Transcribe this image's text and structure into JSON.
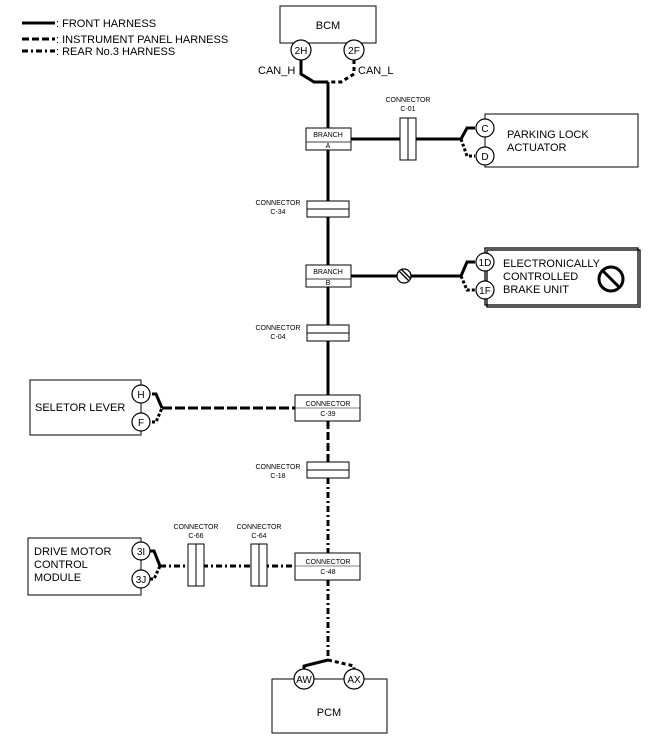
{
  "legend": {
    "front": ": FRONT HARNESS",
    "instrument": ": INSTRUMENT PANEL HARNESS",
    "rear": ": REAR No.3 HARNESS"
  },
  "bcm": {
    "name": "BCM",
    "pin_h": "2H",
    "pin_l": "2F",
    "can_h": "CAN_H",
    "can_l": "CAN_L"
  },
  "branch_a": {
    "l1": "BRANCH",
    "l2": "A"
  },
  "branch_b": {
    "l1": "BRANCH",
    "l2": "B"
  },
  "c01": {
    "l1": "CONNECTOR",
    "l2": "C-01"
  },
  "c34": {
    "l1": "CONNECTOR",
    "l2": "C-34"
  },
  "c04": {
    "l1": "CONNECTOR",
    "l2": "C-04"
  },
  "c39": {
    "l1": "CONNECTOR",
    "l2": "C-39"
  },
  "c18": {
    "l1": "CONNECTOR",
    "l2": "C-18"
  },
  "c48": {
    "l1": "CONNECTOR",
    "l2": "C-48"
  },
  "c66": {
    "l1": "CONNECTOR",
    "l2": "C-66"
  },
  "c64": {
    "l1": "CONNECTOR",
    "l2": "C-64"
  },
  "parking": {
    "l1": "PARKING LOCK",
    "l2": "ACTUATOR",
    "pin_c": "C",
    "pin_d": "D"
  },
  "ebcu": {
    "l1": "ELECTRONICALLY",
    "l2": "CONTROLLED",
    "l3": "BRAKE UNIT",
    "pin_1d": "1D",
    "pin_1f": "1F"
  },
  "selector": {
    "name": "SELETOR LEVER",
    "pin_h": "H",
    "pin_f": "F"
  },
  "dmcm": {
    "l1": "DRIVE MOTOR",
    "l2": "CONTROL",
    "l3": "MODULE",
    "pin_3i": "3I",
    "pin_3j": "3J"
  },
  "pcm": {
    "name": "PCM",
    "pin_aw": "AW",
    "pin_ax": "AX"
  },
  "icons": {
    "prohibited": "prohibited-icon",
    "open_circuit": "open-circuit-icon"
  }
}
